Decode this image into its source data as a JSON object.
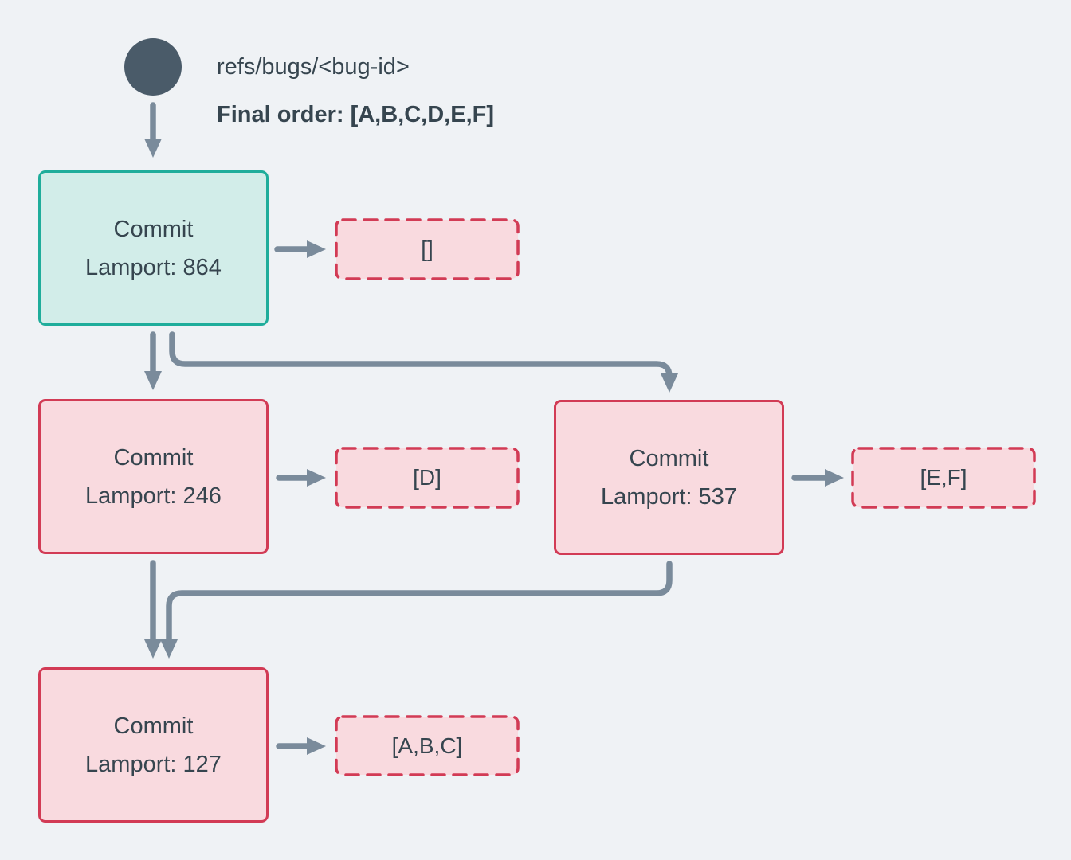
{
  "header": {
    "ref_name": "refs/bugs/<bug-id>",
    "final_order": "Final order: [A,B,C,D,E,F]"
  },
  "nodes": [
    {
      "title": "Commit",
      "lamport": "Lamport: 864",
      "payload": "[]",
      "role": "head"
    },
    {
      "title": "Commit",
      "lamport": "Lamport: 246",
      "payload": "[D]",
      "role": "normal"
    },
    {
      "title": "Commit",
      "lamport": "Lamport: 537",
      "payload": "[E,F]",
      "role": "normal"
    },
    {
      "title": "Commit",
      "lamport": "Lamport: 127",
      "payload": "[A,B,C]",
      "role": "normal"
    }
  ],
  "colors": {
    "background": "#EFF2F5",
    "text": "#36454F",
    "arrow": "#7A8B9B",
    "ref_dot": "#4A5B69",
    "head_commit_border": "#1FAD9B",
    "head_commit_fill": "#D2EDE9",
    "commit_border": "#D23B55",
    "commit_fill": "#F9DADF"
  }
}
